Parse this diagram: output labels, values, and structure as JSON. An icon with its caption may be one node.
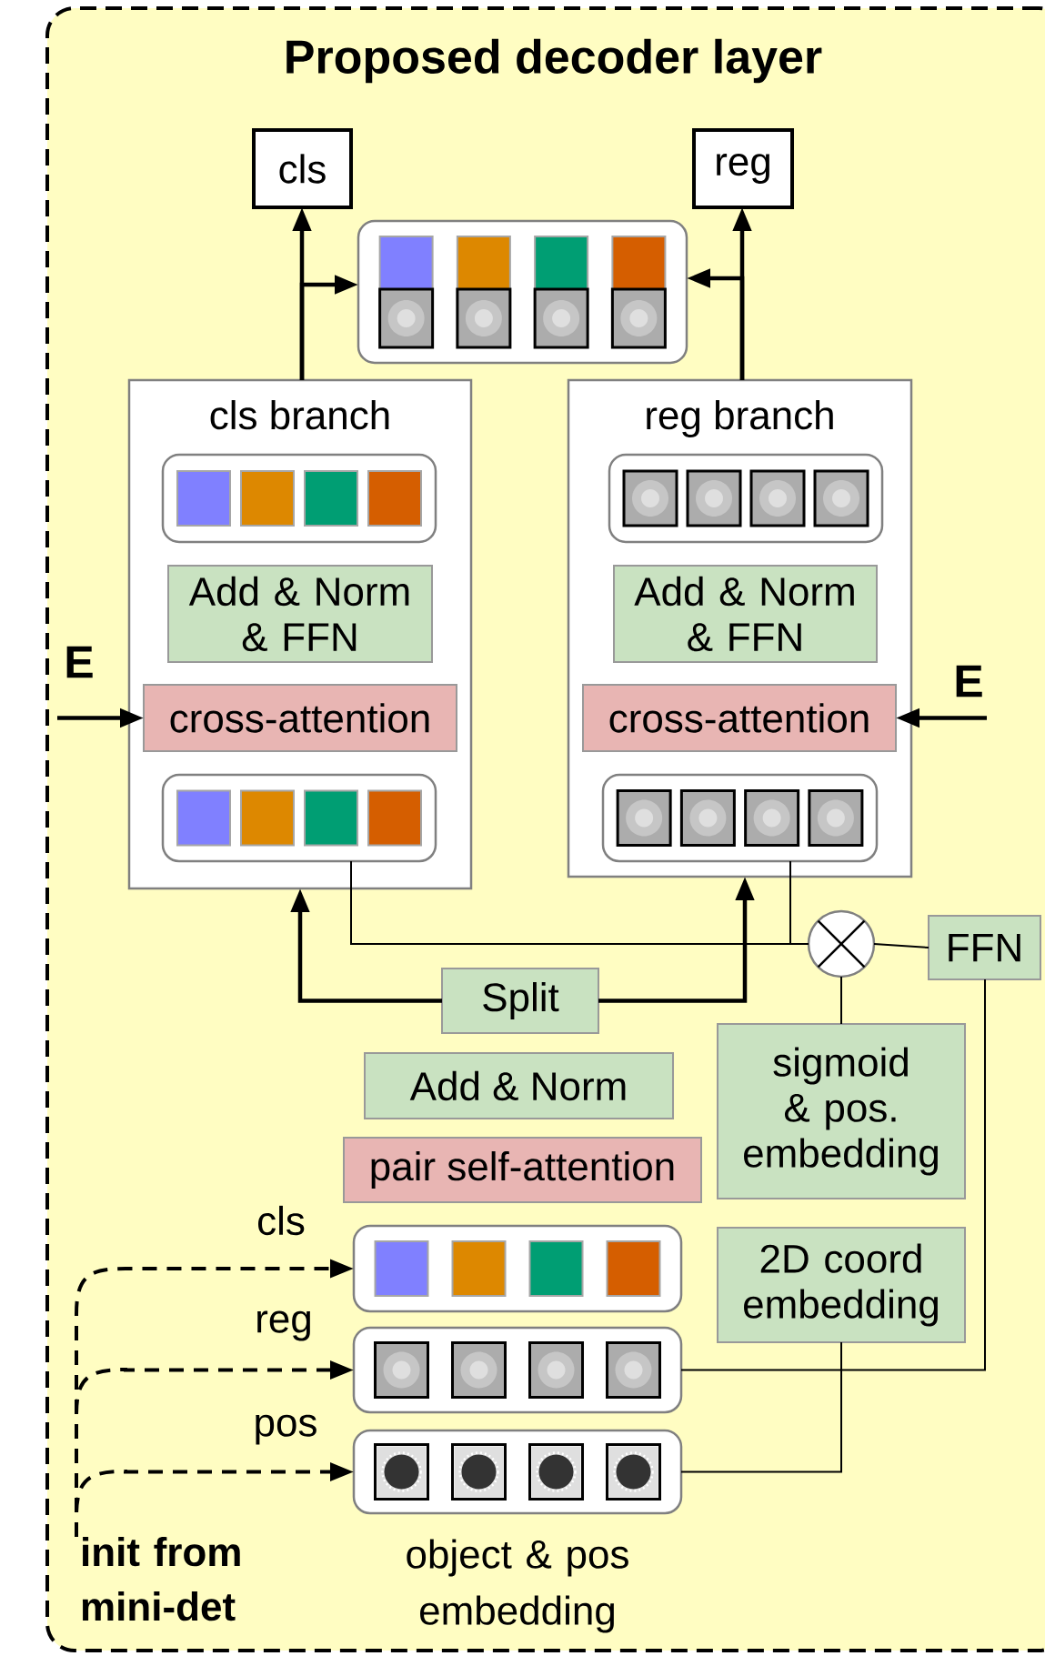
{
  "diagram": {
    "nodes": [
      {
        "text": [
          "Proposed decoder layer"
        ]
      },
      {
        "text": [
          "cls"
        ],
        "in": 0
      },
      {
        "text": [
          "reg"
        ],
        "in": 0
      },
      {
        "text": [],
        "shape": "box",
        "in": 0
      },
      {
        "text": [
          "cls branch"
        ],
        "in": 0
      },
      {
        "text": [],
        "shape": "box",
        "in": 4
      },
      {
        "text": [
          "Add & Norm & FFN"
        ],
        "in": 4
      },
      {
        "text": [
          "cross-attention"
        ],
        "in": 4
      },
      {
        "text": [],
        "shape": "box",
        "in": 4
      },
      {
        "text": [
          "reg branch"
        ],
        "in": 0
      },
      {
        "text": [],
        "shape": "box",
        "in": 9
      },
      {
        "text": [
          "Add & Norm & FFN"
        ],
        "in": 9
      },
      {
        "text": [
          "cross-attention"
        ],
        "in": 9
      },
      {
        "text": [],
        "shape": "box",
        "in": 9
      },
      {
        "text": [
          "Split"
        ],
        "in": 0
      },
      {
        "text": [],
        "shape": "circle",
        "in": 0
      },
      {
        "text": [
          "FFN"
        ],
        "in": 0
      },
      {
        "text": [
          "Add & Norm"
        ],
        "in": 0
      },
      {
        "text": [
          "pair self-attention"
        ],
        "in": 0
      },
      {
        "text": [
          "sigmoid & pos. embedding"
        ],
        "in": 0
      },
      {
        "text": [
          "2D coord embedding"
        ],
        "in": 0
      },
      {
        "text": [],
        "shape": "box",
        "in": 0
      },
      {
        "text": [],
        "shape": "box",
        "in": 0
      },
      {
        "text": [],
        "shape": "box",
        "in": 0,
        "beside": [
          "object & pos embedding"
        ]
      },
      {
        "text": [
          "init from mini-det"
        ],
        "in": 0
      }
    ],
    "edges": [
      {
        "from": 4,
        "to": 1,
        "arrow": "to"
      },
      {
        "from": 4,
        "to": 3,
        "arrow": "to"
      },
      {
        "from": 9,
        "to": 2,
        "arrow": "to"
      },
      {
        "from": 9,
        "to": 3,
        "arrow": "to"
      },
      {
        "from": 14,
        "to": 4,
        "arrow": "to"
      },
      {
        "from": 14,
        "to": 9,
        "arrow": "to"
      },
      {
        "from": null,
        "to": 7,
        "arrow": "to"
      },
      {
        "from": null,
        "to": 12,
        "arrow": "to"
      },
      {
        "from": 8,
        "to": 15,
        "arrow": "none"
      },
      {
        "from": 13,
        "to": 15,
        "arrow": "none"
      },
      {
        "from": 16,
        "to": 15,
        "arrow": "none"
      },
      {
        "from": 15,
        "to": 19,
        "arrow": "none"
      },
      {
        "from": 22,
        "to": 16,
        "arrow": "none"
      },
      {
        "from": 23,
        "to": 20,
        "arrow": "none"
      },
      {
        "from": 24,
        "to": 21,
        "arrow": "to",
        "style": "dashed"
      },
      {
        "from": 24,
        "to": 22,
        "arrow": "to",
        "style": "dashed"
      },
      {
        "from": 24,
        "to": 23,
        "arrow": "to",
        "style": "dashed"
      }
    ],
    "labels": [
      "E",
      "E",
      "cls",
      "reg",
      "pos"
    ]
  }
}
